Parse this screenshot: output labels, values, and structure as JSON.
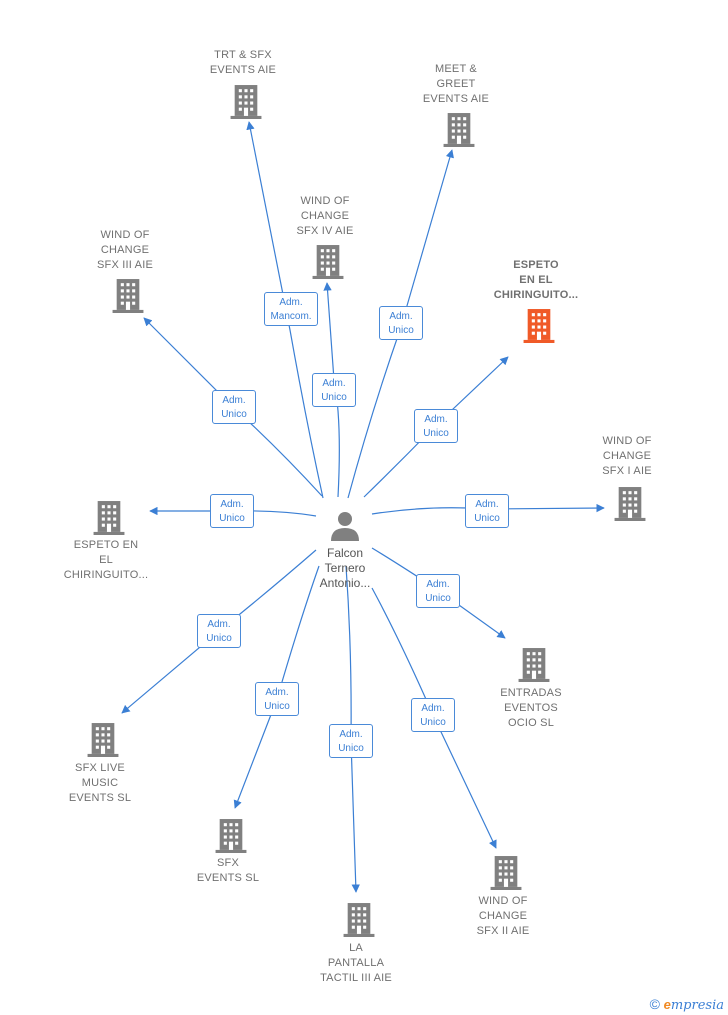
{
  "center": {
    "label": "Falcon\nTernero\nAntonio...",
    "icon": "person-icon"
  },
  "colors": {
    "edge": "#3b7fd4",
    "node": "#808080",
    "highlight": "#f05a28"
  },
  "nodes": [
    {
      "id": "trt-sfx",
      "label": "TRT & SFX\nEVENTS AIE",
      "relation": "Adm.\nMancom.",
      "highlight": false
    },
    {
      "id": "meet-greet",
      "label": "MEET &\nGREET\nEVENTS AIE",
      "relation": "Adm.\nUnico",
      "highlight": false
    },
    {
      "id": "wind-iv",
      "label": "WIND OF\nCHANGE\nSFX IV AIE",
      "relation": "Adm.\nUnico",
      "highlight": false
    },
    {
      "id": "wind-iii",
      "label": "WIND OF\nCHANGE\nSFX III AIE",
      "relation": "Adm.\nUnico",
      "highlight": false
    },
    {
      "id": "espeto-1",
      "label": "ESPETO\nEN EL\nCHIRINGUITO...",
      "relation": "Adm.\nUnico",
      "highlight": true
    },
    {
      "id": "wind-i",
      "label": "WIND OF\nCHANGE\nSFX I AIE",
      "relation": "Adm.\nUnico",
      "highlight": false
    },
    {
      "id": "espeto-2",
      "label": "ESPETO EN\nEL\nCHIRINGUITO...",
      "relation": "Adm.\nUnico",
      "highlight": false
    },
    {
      "id": "entradas",
      "label": "ENTRADAS\nEVENTOS\nOCIO  SL",
      "relation": "Adm.\nUnico",
      "highlight": false
    },
    {
      "id": "sfx-live",
      "label": "SFX LIVE\nMUSIC\nEVENTS  SL",
      "relation": "Adm.\nUnico",
      "highlight": false
    },
    {
      "id": "sfx-events",
      "label": "SFX\nEVENTS  SL",
      "relation": "Adm.\nUnico",
      "highlight": false
    },
    {
      "id": "la-pantalla",
      "label": "LA\nPANTALLA\nTACTIL III  AIE",
      "relation": "Adm.\nUnico",
      "highlight": false
    },
    {
      "id": "wind-ii",
      "label": "WIND OF\nCHANGE\nSFX II AIE",
      "relation": "Adm.\nUnico",
      "highlight": false
    }
  ],
  "footer": {
    "copyright": "©",
    "brand_first": "e",
    "brand_rest": "mpresia"
  }
}
